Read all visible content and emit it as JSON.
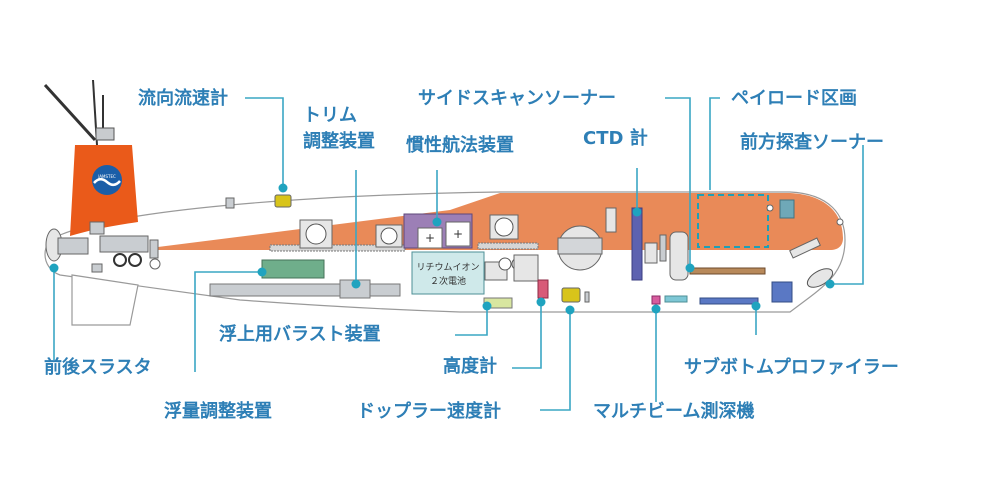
{
  "colors": {
    "label": "#2e7fb6",
    "leader": "#3aa7c4",
    "dot": "#1fa3bf",
    "hull": "#ffffff",
    "hull_outline": "#9a9a9a",
    "orange": "#e8844f",
    "fin": "#ea5a1a",
    "equipment_gray": "#c9cdd1",
    "battery": "#cfe9ea",
    "ins_purple": "#9c7fb6",
    "ctd_blue": "#5d62b0",
    "payload_dash": "#1d9fb7",
    "green_tank": "#6fae8b",
    "dvl_yellow": "#d8c41a",
    "altimeter_red": "#d85a78",
    "multibeam_pink": "#d65c9e",
    "subbottom_blue": "#5a78c4"
  },
  "logo_text": "JAMSTEC",
  "labels": {
    "current_profiler": "流向流速計",
    "trim": "トリム",
    "trim_adjust": "調整装置",
    "ins": "慣性航法装置",
    "side_scan": "サイドスキャンソーナー",
    "ctd": "CTD 計",
    "payload": "ペイロード区画",
    "forward_sonar": "前方探査ソーナー",
    "thruster": "前後スラスタ",
    "surfacing_ballast": "浮上用バラスト装置",
    "altimeter": "高度計",
    "sub_bottom": "サブボトムプロファイラー",
    "buoyancy": "浮量調整装置",
    "doppler": "ドップラー速度計",
    "multibeam": "マルチビーム測深機"
  },
  "battery": {
    "line1": "リチウムイオン",
    "line2": "２次電池"
  }
}
